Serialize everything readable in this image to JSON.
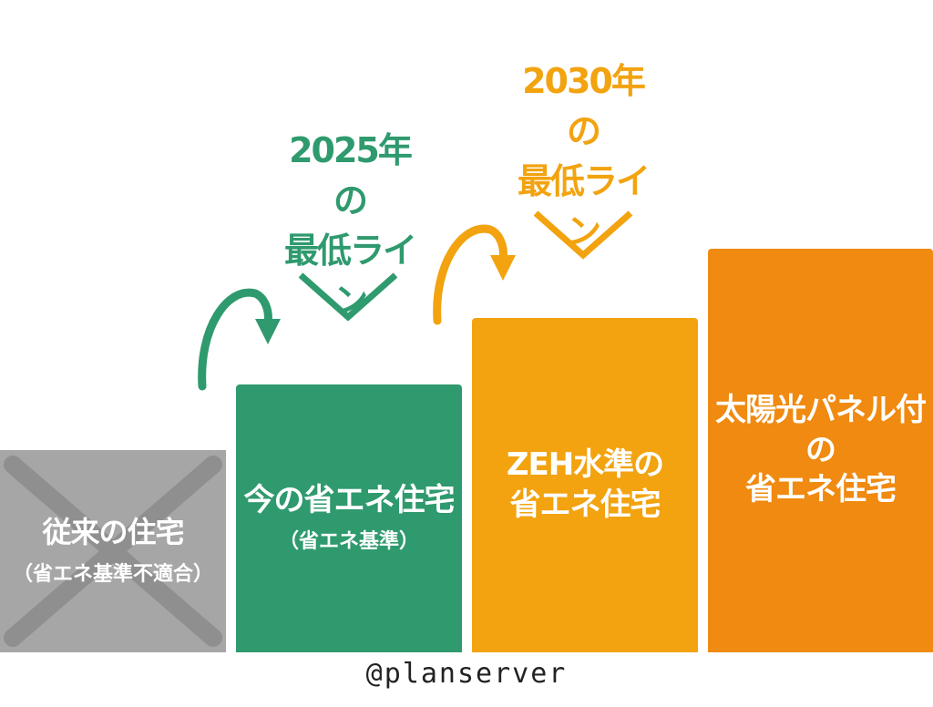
{
  "colors": {
    "gray": "#a6a6a6",
    "green": "#2f9a6e",
    "amber": "#f2a30f",
    "orange": "#f08a10"
  },
  "steps": [
    {
      "main": [
        "従来の住宅"
      ],
      "sub": "（省エネ基準不適合）",
      "crossed_out": true
    },
    {
      "main": [
        "今の省エネ住宅"
      ],
      "sub": "（省エネ基準）"
    },
    {
      "main": [
        "ZEH水準の",
        "省エネ住宅"
      ]
    },
    {
      "main": [
        "太陽光パネル付の",
        "省エネ住宅"
      ]
    }
  ],
  "milestones": [
    {
      "line1": "2025年の",
      "line2": "最低ライン"
    },
    {
      "line1": "2030年の",
      "line2": "最低ライン"
    }
  ],
  "credit": "@planserver"
}
